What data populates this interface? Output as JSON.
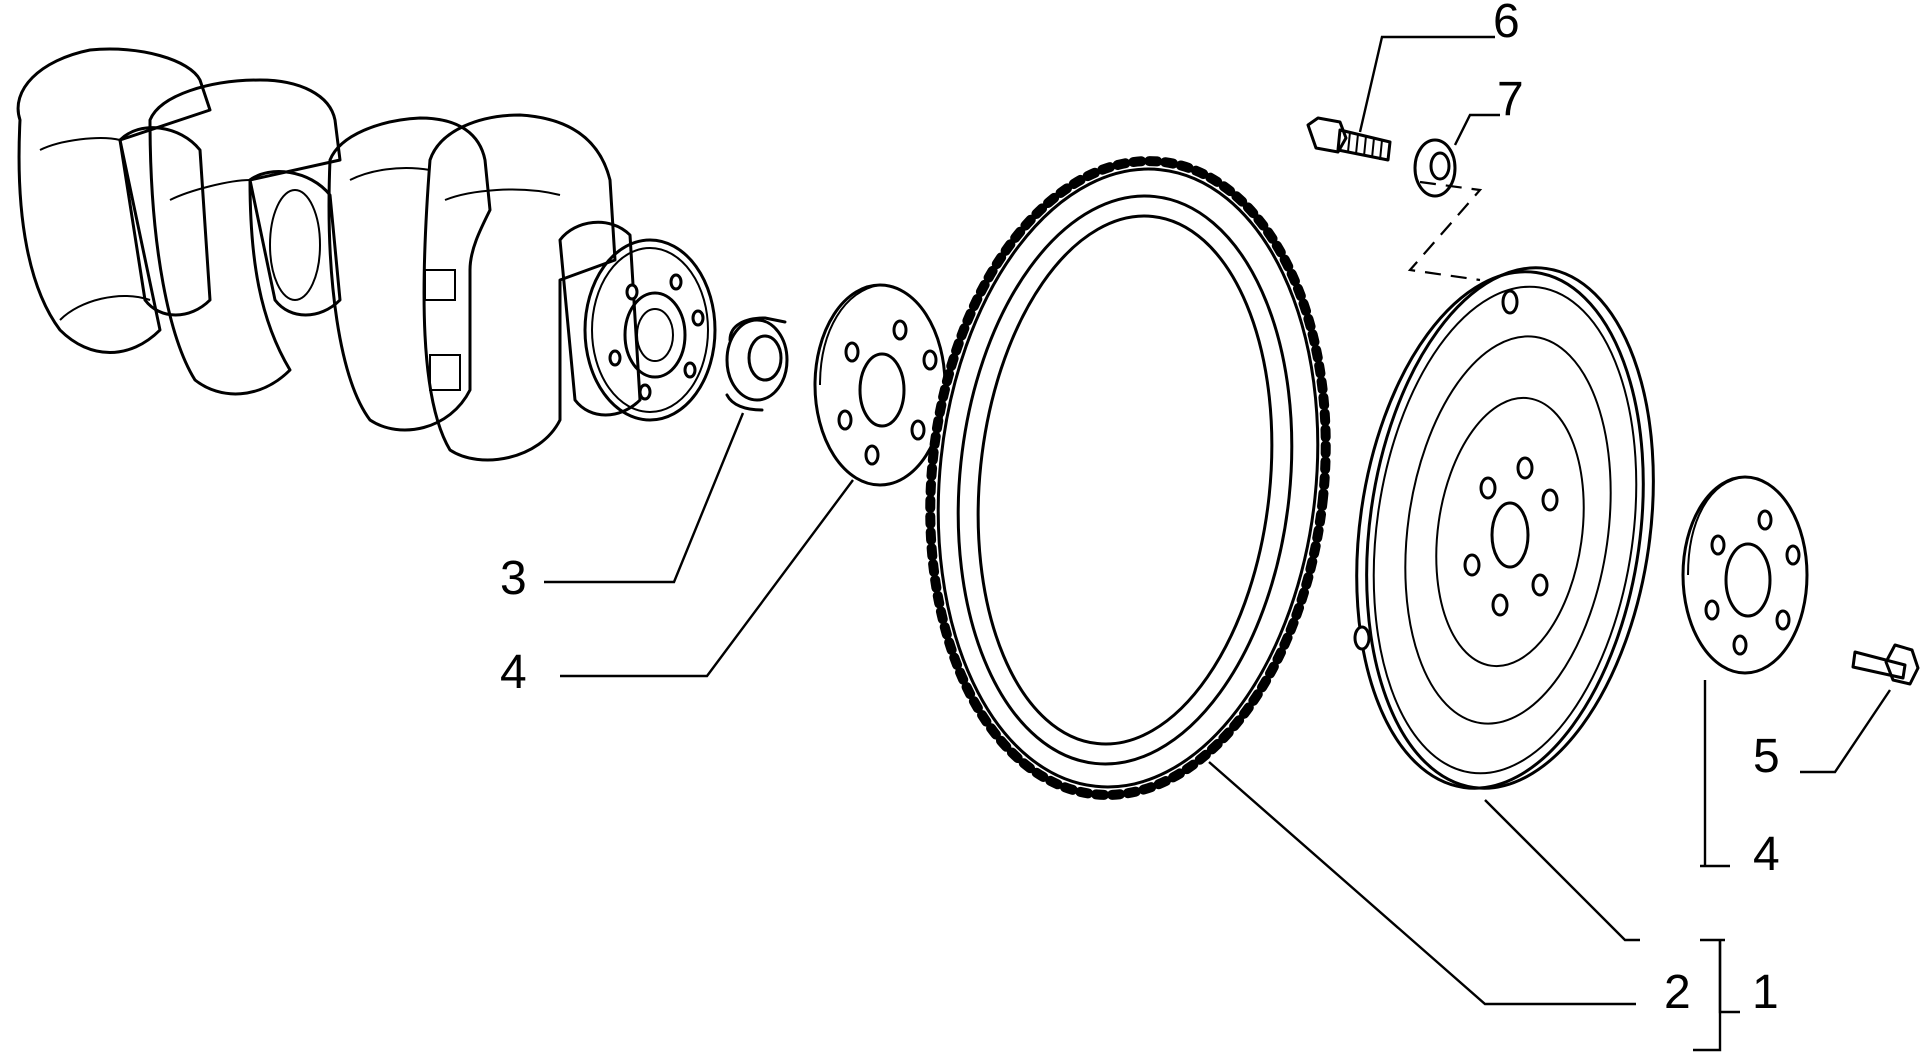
{
  "callouts": {
    "c1": "1",
    "c2": "2",
    "c3": "3",
    "c4_left": "4",
    "c4_right": "4",
    "c5": "5",
    "c6": "6",
    "c7": "7"
  }
}
